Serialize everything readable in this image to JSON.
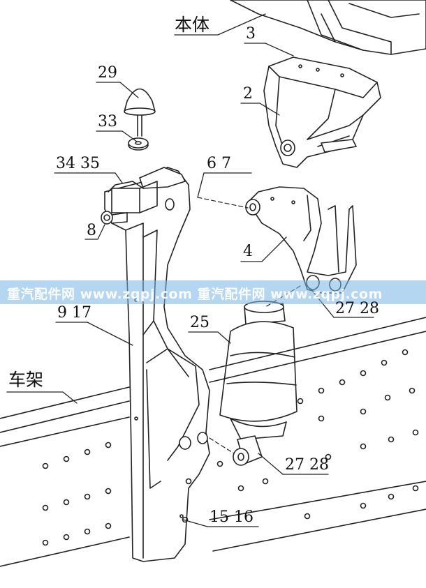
{
  "labels": {
    "body": "本体",
    "frame": "车架",
    "p3": "3",
    "p2": "2",
    "p29": "29",
    "p33": "33",
    "p34_35": "34 35",
    "p6_7": "6 7",
    "p8": "8",
    "p4": "4",
    "p27_28_top": "27 28",
    "p9_17": "9 17",
    "p25": "25",
    "p27_28_bottom": "27 28",
    "p15_16": "15 16"
  },
  "watermark": {
    "text": "重汽配件网 www.zqpj.com 重汽配件网 www.zqpj.com"
  }
}
